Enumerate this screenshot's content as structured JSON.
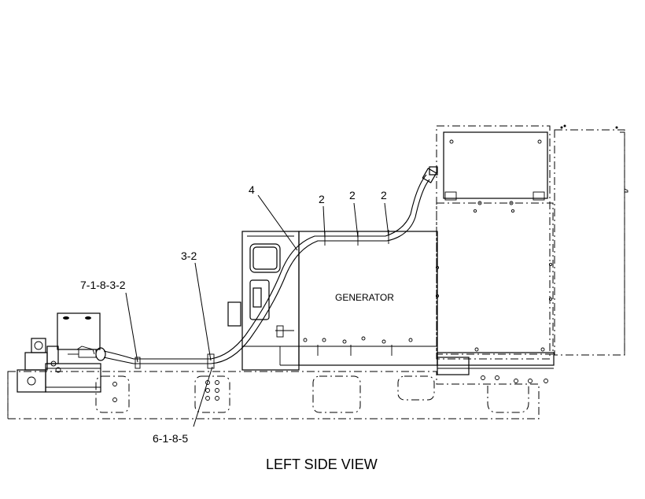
{
  "callouts": {
    "hose_assembly": "4",
    "clip_a": "2",
    "clip_b": "2",
    "clip_c": "2",
    "clip_mid": "3-2",
    "clip_left": "7-1-8-3-2",
    "bracket_bottom": "6-1-8-5"
  },
  "component_labels": {
    "generator": "GENERATOR"
  },
  "view_title": "LEFT SIDE VIEW"
}
